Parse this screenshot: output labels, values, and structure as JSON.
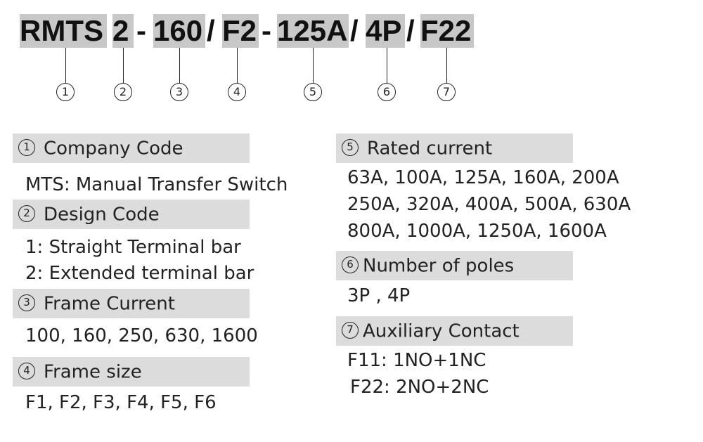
{
  "model_code": {
    "segments": [
      {
        "text": "RMTS",
        "boxed": true
      },
      {
        "text": "2",
        "boxed": true
      },
      {
        "text": "-",
        "boxed": false
      },
      {
        "text": "160",
        "boxed": true
      },
      {
        "text": "/",
        "boxed": false
      },
      {
        "text": "F2",
        "boxed": true
      },
      {
        "text": "-",
        "boxed": false
      },
      {
        "text": "125A",
        "boxed": true
      },
      {
        "text": "/",
        "boxed": false
      },
      {
        "text": "4P",
        "boxed": true
      },
      {
        "text": "/",
        "boxed": false
      },
      {
        "text": "F22",
        "boxed": true
      }
    ],
    "markers": [
      "1",
      "2",
      "3",
      "4",
      "5",
      "6",
      "7"
    ]
  },
  "sections": [
    {
      "number": "1",
      "title": "Company Code",
      "lines": [
        "MTS: Manual Transfer Switch"
      ]
    },
    {
      "number": "2",
      "title": "Design Code",
      "lines": [
        "1: Straight Terminal bar",
        "2: Extended terminal bar"
      ]
    },
    {
      "number": "3",
      "title": "Frame Current",
      "lines": [
        "100, 160, 250, 630, 1600"
      ]
    },
    {
      "number": "4",
      "title": "Frame size",
      "lines": [
        "F1, F2, F3, F4, F5, F6"
      ]
    },
    {
      "number": "5",
      "title": "Rated current",
      "lines": [
        "63A, 100A, 125A, 160A, 200A",
        "250A, 320A, 400A, 500A, 630A",
        "800A, 1000A, 1250A, 1600A"
      ]
    },
    {
      "number": "6",
      "title": "Number of poles",
      "lines": [
        "3P , 4P"
      ]
    },
    {
      "number": "7",
      "title": "Auxiliary Contact",
      "lines": [
        "F11: 1NO+1NC",
        "F22: 2NO+2NC"
      ]
    }
  ],
  "colors": {
    "segment_box": "#c8c8c8",
    "header_bar": "#dcdcdc",
    "text": "#222222"
  }
}
